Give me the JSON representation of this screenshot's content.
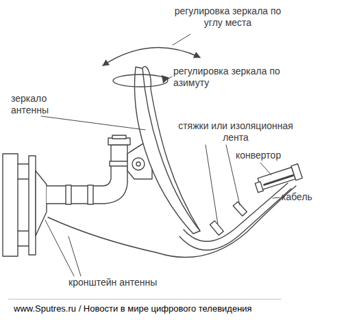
{
  "diagram": {
    "labels": [
      "регулировка зеркала по углу места",
      "регулировка зеркала по азимуту",
      "зеркало антенны",
      "стяжки или изоляционная лента",
      "конвертор",
      "кабель",
      "кронштейн антенны",
      "www.Sputres.ru / Новости в мире цифрового телевидения"
    ]
  }
}
